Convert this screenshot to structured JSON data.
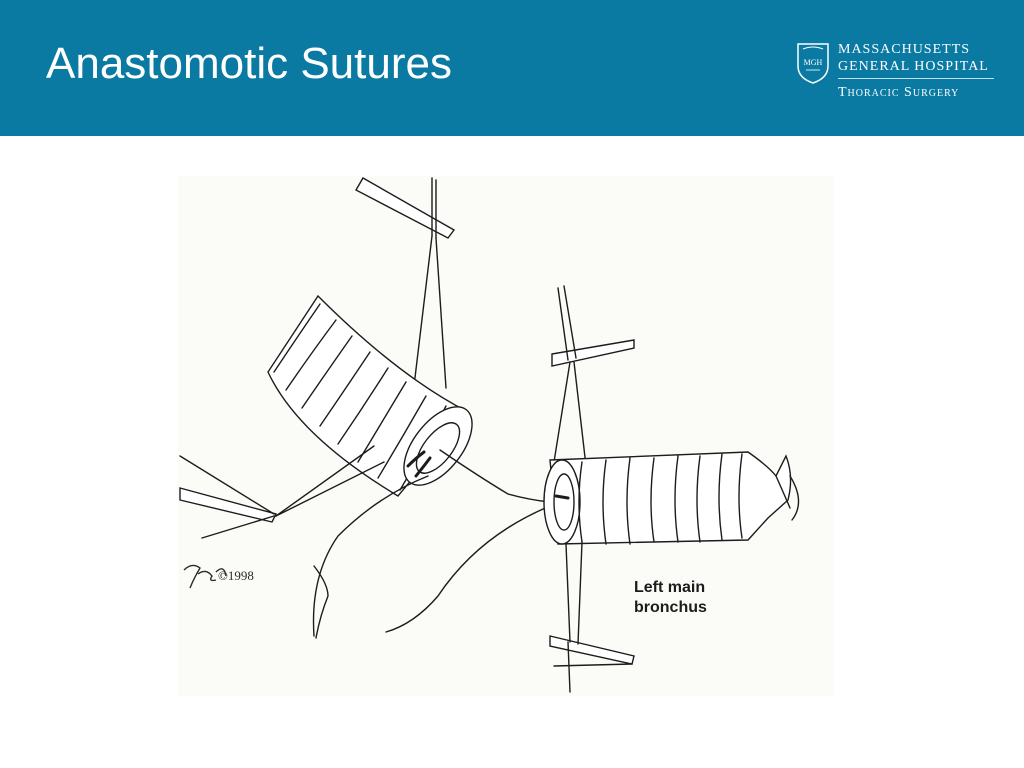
{
  "slide": {
    "title": "Anastomotic Sutures"
  },
  "logo": {
    "badge_text": "MGH",
    "line1": "MASSACHUSETTS",
    "line2": "GENERAL HOSPITAL",
    "line3": "Thoracic Surgery"
  },
  "figure": {
    "label_line1": "Left main",
    "label_line2": "bronchus",
    "signature": "©1998"
  },
  "colors": {
    "header_band": "#0a7aa3",
    "header_text": "#ffffff",
    "drawing_ink": "#1c1c1c"
  }
}
